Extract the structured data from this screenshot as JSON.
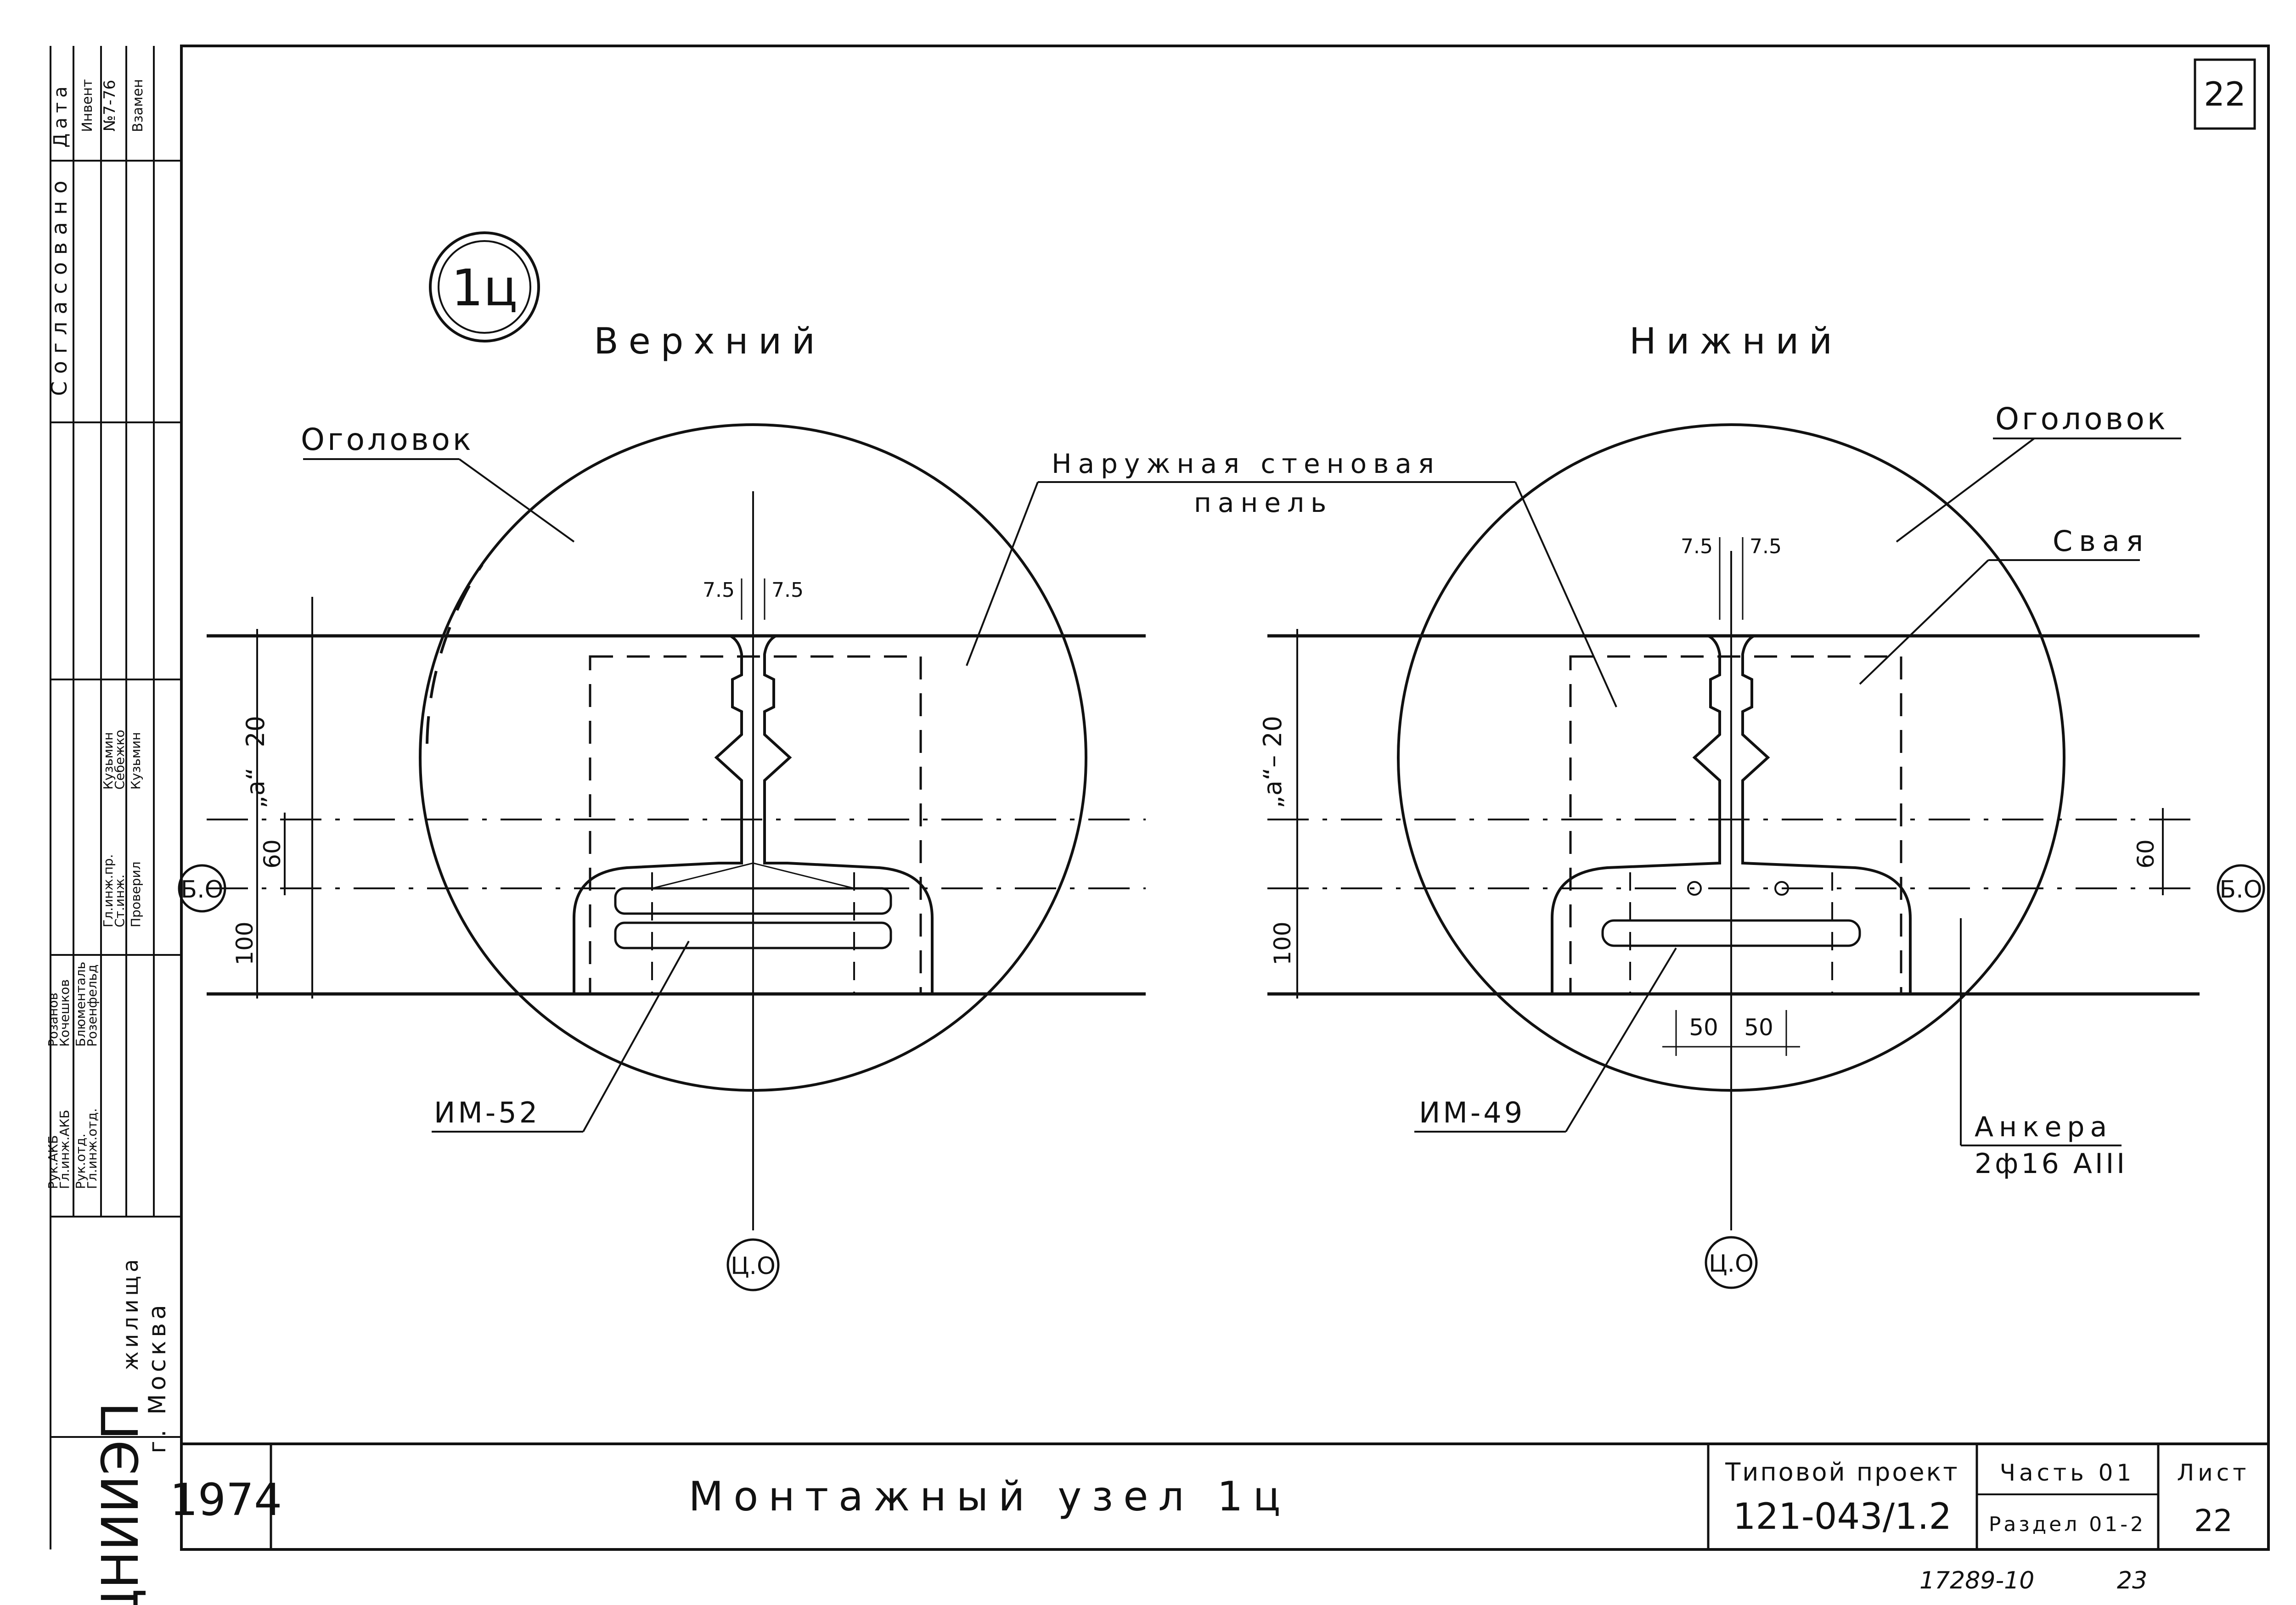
{
  "sheet": {
    "number_top": "22",
    "node_mark": "1ц",
    "stamp_note": "17289-10",
    "stamp_page": "23"
  },
  "left_view": {
    "title": "Верхний",
    "label_head": "Оголовок",
    "label_panel_1": "Наружная стеновая",
    "label_panel_2": "панель",
    "dim_gap_left": "7.5",
    "dim_gap_right": "7.5",
    "dim_a": "„a“– 20",
    "dim_60": "60",
    "dim_100": "100",
    "axis_bo": "Б.О",
    "axis_co": "Ц.О",
    "part_mark": "ИМ-52"
  },
  "right_view": {
    "title": "Нижний",
    "label_head": "Оголовок",
    "label_pile": "Свая",
    "dim_gap_left": "7.5",
    "dim_gap_right": "7.5",
    "dim_a": "„a“– 20",
    "dim_60": "60",
    "dim_100": "100",
    "dim_50_left": "50",
    "dim_50_right": "50",
    "axis_bo": "Б.О",
    "axis_co": "Ц.О",
    "part_mark": "ИМ-49",
    "anchor_1": "Анкера",
    "anchor_2": "2ф16 АIII"
  },
  "side_stamp": {
    "header_1": "Согласовано",
    "header_2": "Дата",
    "col_invent": "Инвент",
    "invent_no": "№7-76",
    "col_vzamen": "Взамен",
    "org_1": "ЦНИИЭП",
    "org_2": "жилища",
    "org_3": "г. Москва",
    "rows": [
      {
        "role": "Рук.АКБ",
        "name": "Розанов"
      },
      {
        "role": "Гл.инж.АКБ",
        "name": "Кочешков"
      },
      {
        "role": "Рук.отд.",
        "name": "Блюменталь"
      },
      {
        "role": "Гл.инж.отд.",
        "name": "Розенфельд"
      },
      {
        "role": "Гл.инж.пр.",
        "name": "Кузьмин"
      },
      {
        "role": "Ст.инж.",
        "name": "Себежко"
      },
      {
        "role": "Проверил",
        "name": "Кузьмин"
      }
    ]
  },
  "title_block": {
    "year": "1974",
    "title": "Монтажный узел 1ц",
    "project_label": "Типовой проект",
    "project_number": "121-043/1.2",
    "part": "Часть 01",
    "section": "Раздел 01-2",
    "sheet_label": "Лист",
    "sheet_number": "22"
  }
}
